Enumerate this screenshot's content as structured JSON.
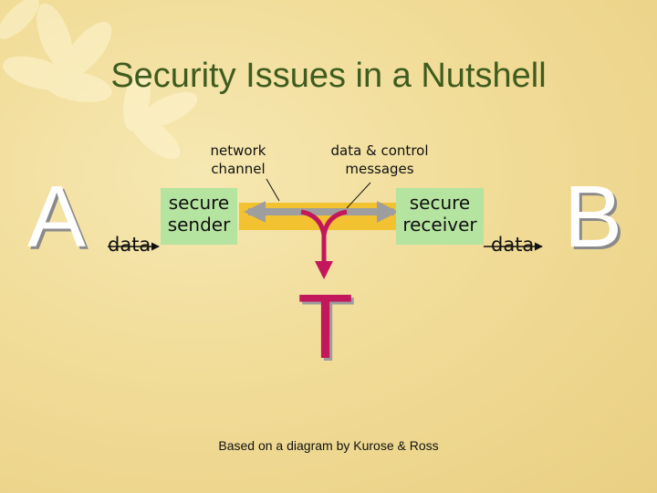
{
  "slide": {
    "title": "Security Issues in a Nutshell",
    "party_a": "A",
    "party_b": "B",
    "intruder": "T",
    "labels": {
      "network_channel": [
        "network",
        "channel"
      ],
      "data_control_messages": [
        "data & control",
        "messages"
      ],
      "data_left": "data",
      "data_right": "data"
    },
    "secure_sender": [
      "secure",
      "sender"
    ],
    "secure_receiver": [
      "secure",
      "receiver"
    ],
    "credit": "Based on a diagram by Kurose & Ross",
    "colors": {
      "title": "#3e5c1e",
      "channel_fill": "#f2c230",
      "channel_arrow": "#9e9e9e",
      "intruder": "#c2185b",
      "box_fill": "#b5e3a0"
    }
  }
}
